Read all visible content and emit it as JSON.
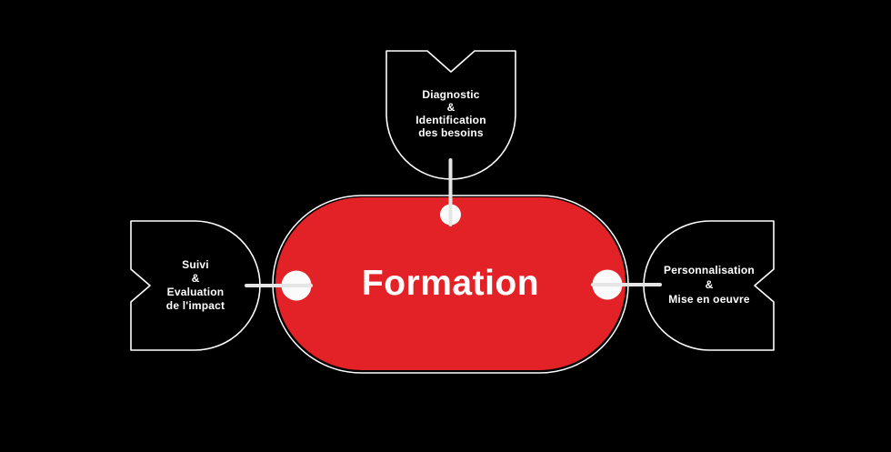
{
  "colors": {
    "background": "#000000",
    "pill_red": "#E32227",
    "outline_white": "#FFFFFF",
    "connector_grey": "#E5E5E5",
    "node_fill": "#000000",
    "text_white": "#FFFFFF"
  },
  "center": {
    "label": "Formation"
  },
  "nodes": {
    "top": {
      "lines": [
        "Diagnostic",
        "&",
        "Identification",
        "des besoins"
      ]
    },
    "left": {
      "lines": [
        "Suivi",
        "&",
        "Evaluation",
        "de l'impact"
      ]
    },
    "right": {
      "lines": [
        "Personnalisation",
        "&",
        "Mise en oeuvre"
      ]
    }
  }
}
